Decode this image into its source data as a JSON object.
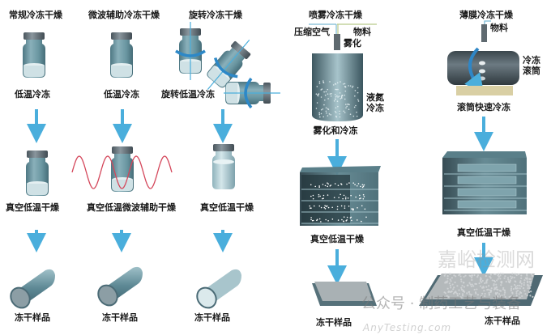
{
  "colors": {
    "arrow": "#4aaedc",
    "vial_glass": "#5f8f9c",
    "vial_cap": "#5a6770",
    "wave": "#d4465a",
    "tank": "#4b6770",
    "box": "#3f5f6a",
    "tray_base": "#d9cfa4"
  },
  "columns": [
    {
      "title": "常规冷冻干燥",
      "step1": "低温冷冻",
      "step2": "真空低温干燥",
      "result": "冻干样品"
    },
    {
      "title": "微波辅助冷冻干燥",
      "step1": "低温冷冻",
      "step2": "真空低温微波辅助干燥",
      "result": "冻干样品"
    },
    {
      "title": "旋转冷冻干燥",
      "step1": "旋转低温冷冻",
      "step2": "真空低温干燥",
      "result": "冻干样品"
    },
    {
      "title": "喷雾冷冻干燥",
      "inputs": [
        "压缩空气",
        "物料"
      ],
      "nozzle_label": "雾化",
      "tank_label": "液氮冷冻",
      "step1": "雾化和冷冻",
      "step2": "真空低温干燥",
      "result": "冻干样品"
    },
    {
      "title": "薄膜冷冻干燥",
      "inputs": [
        "物料"
      ],
      "drum_label": "冷冻滚筒",
      "step1": "滚筒快速冷冻",
      "step2": "真空低温干燥",
      "result": "冻干样品"
    }
  ],
  "watermark": {
    "wechat": "公众号 · 制药工艺与装备",
    "site": "AnyTesting.com",
    "brand": "嘉峪检测网"
  }
}
